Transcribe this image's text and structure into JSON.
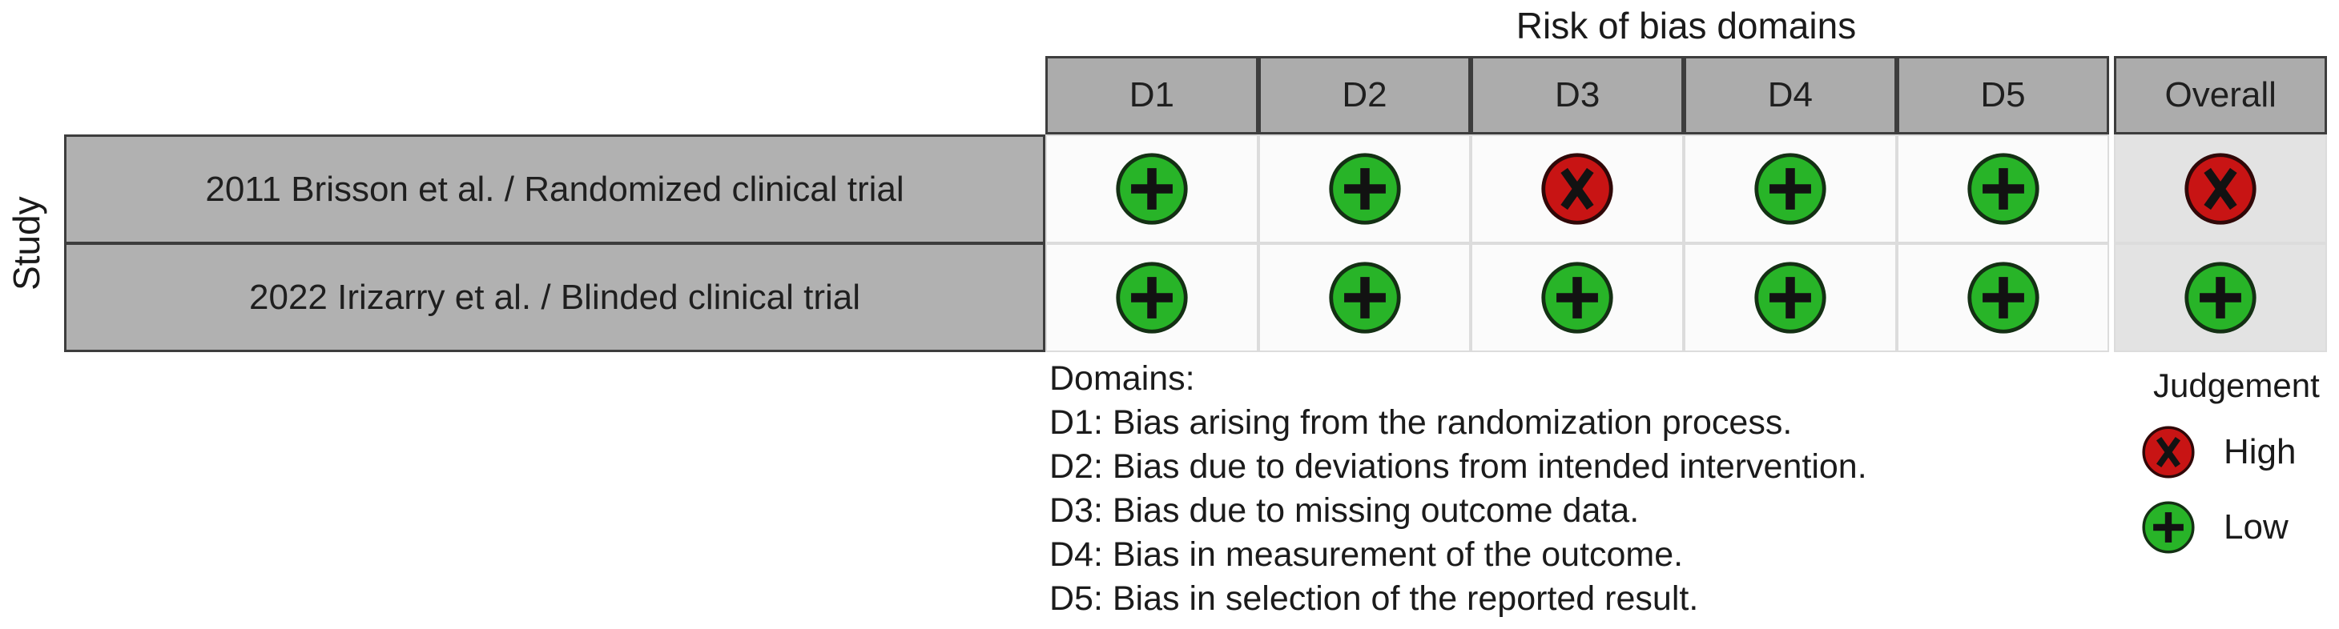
{
  "chart_data": {
    "type": "table",
    "title": "Risk of bias domains",
    "ylabel": "Study",
    "columns": [
      "D1",
      "D2",
      "D3",
      "D4",
      "D5",
      "Overall"
    ],
    "rows": [
      {
        "study": "2011 Brisson et al. / Randomized clinical trial",
        "judgements": [
          "low",
          "low",
          "high",
          "low",
          "low",
          "high"
        ]
      },
      {
        "study": "2022 Irizarry et al. / Blinded clinical trial",
        "judgements": [
          "low",
          "low",
          "low",
          "low",
          "low",
          "low"
        ]
      }
    ],
    "legend_position": "bottom-right"
  },
  "footnote": {
    "heading": "Domains:",
    "items": [
      "D1: Bias arising from the randomization process.",
      "D2: Bias due to deviations from intended intervention.",
      "D3: Bias due to missing outcome data.",
      "D4: Bias in measurement of the outcome.",
      "D5: Bias in selection of the reported result."
    ]
  },
  "legend": {
    "title": "Judgement",
    "entries": [
      {
        "judgement": "high",
        "symbol": "x",
        "label": "High"
      },
      {
        "judgement": "low",
        "symbol": "+",
        "label": "Low"
      }
    ]
  },
  "colors": {
    "low_fill": "#28b428",
    "low_stroke": "#143014",
    "high_fill": "#c81414",
    "high_stroke": "#300808",
    "symbol": "#121212",
    "header_bg": "#acacac",
    "study_bg": "#b1b1b1",
    "dark_border": "#3d3d3d",
    "cell_bg": "#fbfbfb",
    "cell_border": "#dcdcdc",
    "overall_bg": "#e3e3e3"
  }
}
